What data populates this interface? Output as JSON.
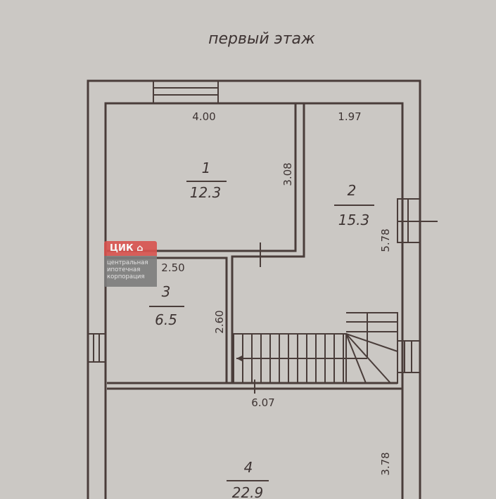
{
  "title": "первый этаж",
  "rooms": [
    {
      "number": "1",
      "area": "12.3"
    },
    {
      "number": "2",
      "area": "15.3"
    },
    {
      "number": "3",
      "area": "6.5"
    },
    {
      "number": "4",
      "area": "22.9"
    }
  ],
  "dimensions": {
    "room1_width": "4.00",
    "room1_depth": "3.08",
    "room2_width": "1.97",
    "room2_depth": "5.78",
    "room3_width": "2.50",
    "room3_depth": "2.60",
    "hall_width": "6.07",
    "room4_depth": "3.78"
  },
  "watermark": {
    "brand": "ЦИК",
    "line1": "центральная",
    "line2": "ипотечная",
    "line3": "корпорация"
  },
  "colors": {
    "paper": "#cbc8c4",
    "ink": "#4a3d3a",
    "watermark_red": "#d9534f"
  }
}
